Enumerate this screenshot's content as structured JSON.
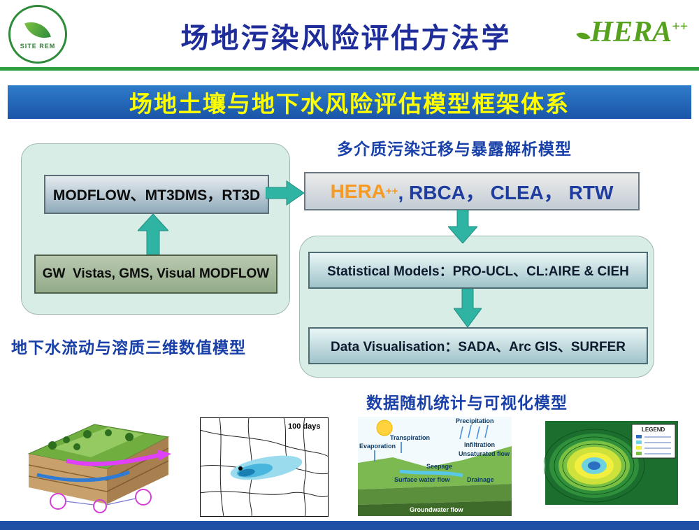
{
  "colors": {
    "title_blue": "#1f2d9b",
    "banner_blue": "#1a55a8",
    "banner_text_yellow": "#ffff00",
    "label_blue": "#1840a8",
    "arrow_teal": "#2fb3a3",
    "hera_orange": "#f59a23",
    "logo_green": "#2e8b3a"
  },
  "header": {
    "title": "场地污染风险评估方法学",
    "site_logo_text": "SITE REM",
    "hera_logo": {
      "name": "HERA",
      "sup": "++"
    }
  },
  "banner": {
    "text": "场地土壤与地下水风险评估模型框架体系"
  },
  "diagram": {
    "multimedia_label": "多介质污染迁移与暴露解析模型",
    "groundwater_label": "地下水流动与溶质三维数值模型",
    "stats_label": "数据随机统计与可视化模型",
    "modflow_box": "MODFLOW、MT3DMS，RT3D",
    "gw_box": "GW  Vistas, GMS, Visual MODFLOW",
    "hera_box": {
      "prefix": "HERA",
      "sup": "++",
      "rest": ", RBCA， CLEA， RTW"
    },
    "stat_box": "Statistical Models：PRO-UCL、CL:AIRE & CIEH",
    "vis_box": "Data Visualisation：SADA、Arc GIS、SURFER"
  },
  "images": {
    "contour_map": {
      "label": "100 days"
    },
    "hydro_cycle": {
      "labels": [
        "Transpiration",
        "Evaporation",
        "Precipitation",
        "Infiltration",
        "Unsaturated flow",
        "Seepage",
        "Surface water flow",
        "Drainage",
        "Groundwater flow"
      ]
    },
    "color_map": {
      "legend": "LEGEND"
    }
  }
}
